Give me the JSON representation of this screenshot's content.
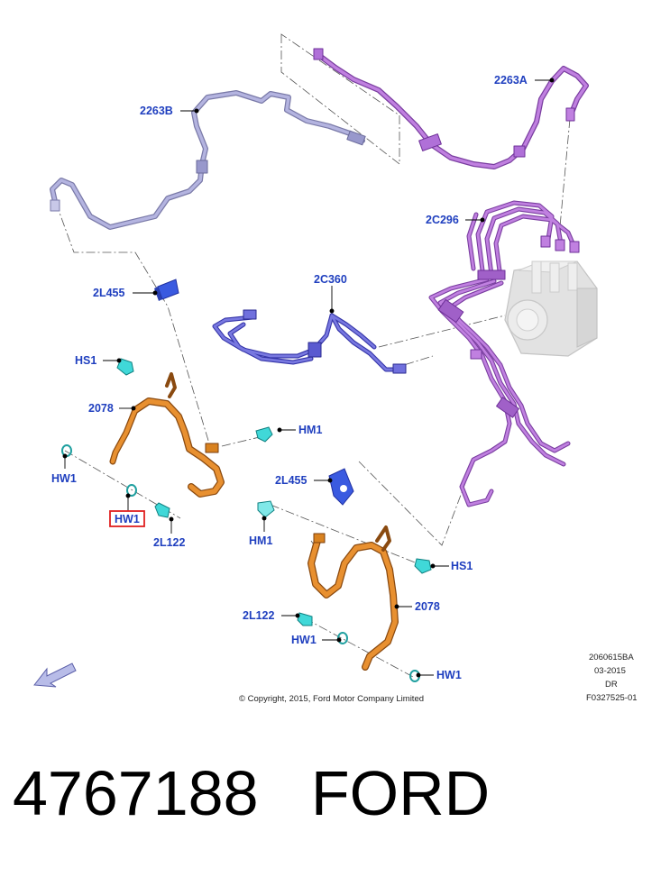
{
  "callouts": {
    "c2263A": "2263A",
    "c2263B": "2263B",
    "c2C296": "2C296",
    "c2L455_a": "2L455",
    "c2C360": "2C360",
    "cHS1_a": "HS1",
    "c2078_a": "2078",
    "cHM1_a": "HM1",
    "cHW1_a": "HW1",
    "cHW1_highlight": "HW1",
    "c2L122_a": "2L122",
    "c2L455_b": "2L455",
    "cHM1_b": "HM1",
    "cHS1_b": "HS1",
    "c2078_b": "2078",
    "c2L122_b": "2L122",
    "cHW1_b": "HW1",
    "cHW1_c": "HW1"
  },
  "meta": {
    "code": "2060615BA",
    "date": "03-2015",
    "dr": "DR",
    "figure": "F0327525-01",
    "copyright": "© Copyright, 2015, Ford Motor Company Limited"
  },
  "part": {
    "number": "4767188",
    "brand": "FORD",
    "title": "4767188   FORD"
  },
  "colors": {
    "callout": "#1f3fbf",
    "highlight_box": "#e02020",
    "brake_hose": "#d9821f",
    "brake_line_purple": "#a060c8",
    "brake_line_lavender": "#a8a8d8",
    "brake_line_blue": "#5a5ad0",
    "clip_cyan": "#38d0d0",
    "bracket_blue": "#3a5ae0"
  }
}
